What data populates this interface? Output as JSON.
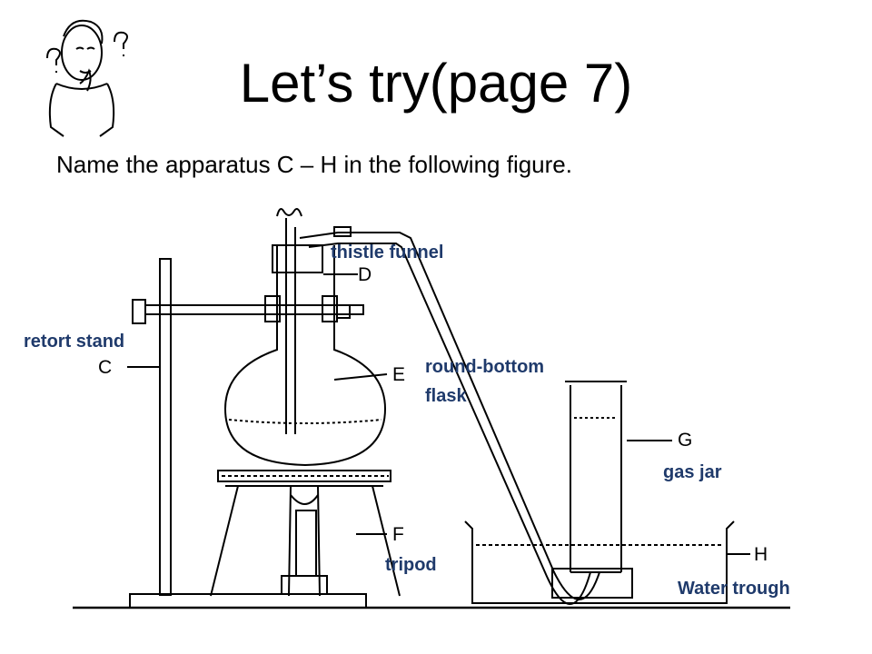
{
  "title": "Let’s try(page 7)",
  "instruction": "Name the apparatus C – H in the following figure.",
  "icon": "thinking-person-icon",
  "letters": {
    "c": "C",
    "d": "D",
    "e": "E",
    "f": "F",
    "g": "G",
    "h": "H"
  },
  "answers": {
    "retort_stand": "retort stand",
    "thistle_funnel": "thistle funnel",
    "round_bottom_flask": [
      "round-bottom",
      "flask"
    ],
    "gas_jar": "gas jar",
    "tripod": "tripod",
    "water_trough": "Water trough"
  },
  "colors": {
    "answer_text": "#1f3a6b",
    "line": "#000000"
  }
}
